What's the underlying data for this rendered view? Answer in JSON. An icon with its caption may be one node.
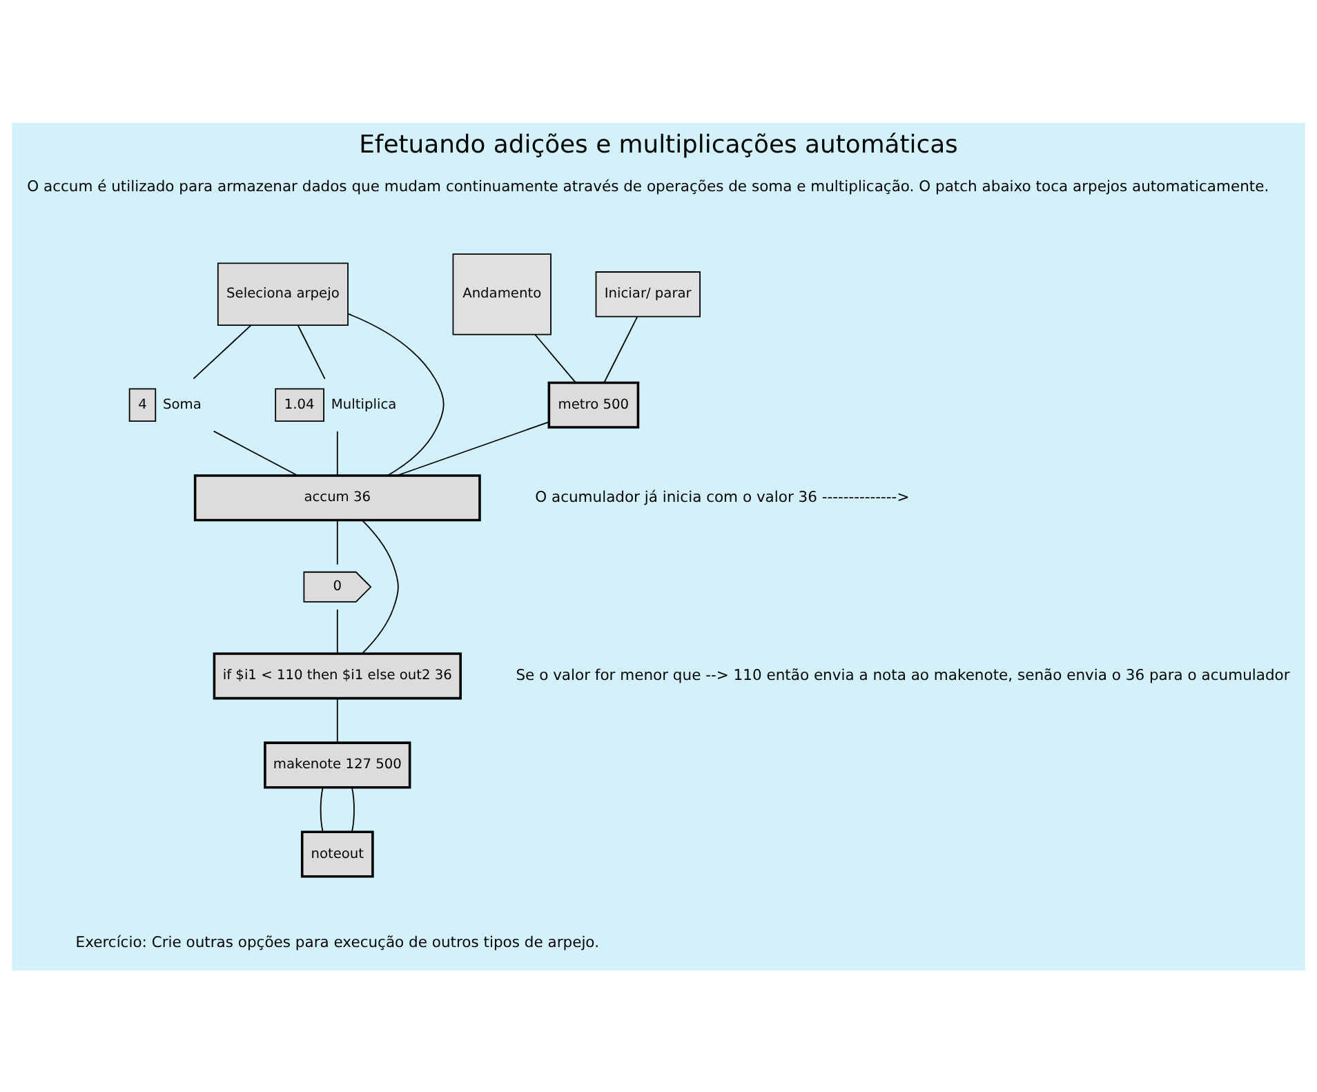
{
  "diagram": {
    "title": "Efetuando adições e multiplicações automáticas",
    "nodes": [
      {
        "text": [
          "Iniciar/ parar"
        ]
      },
      {
        "text": [
          "Andamento"
        ]
      },
      {
        "text": [
          "metro 500"
        ]
      },
      {
        "text": [
          "Seleciona arpejo"
        ]
      },
      {
        "text": [
          "4"
        ],
        "beside": [
          "Soma"
        ]
      },
      {
        "text": [
          "1.04"
        ],
        "beside": [
          "Multiplica"
        ]
      },
      {
        "text": [
          "accum 36"
        ]
      },
      {
        "text": [
          "0"
        ]
      },
      {
        "text": [
          "if $i1 < 110 then $i1 else out2 36"
        ]
      },
      {
        "text": [
          "makenote 127 500"
        ]
      },
      {
        "text": [
          "noteout"
        ]
      }
    ],
    "edges": [
      {
        "from": 0,
        "to": 2,
        "arrow": "none"
      },
      {
        "from": 1,
        "to": 2,
        "arrow": "none"
      },
      {
        "from": 2,
        "to": 6,
        "arrow": "none"
      },
      {
        "from": 3,
        "to": 4,
        "arrow": "none"
      },
      {
        "from": 3,
        "to": 5,
        "arrow": "none"
      },
      {
        "from": 4,
        "to": 6,
        "arrow": "none"
      },
      {
        "from": 5,
        "to": 6,
        "arrow": "none"
      },
      {
        "from": 6,
        "to": 7,
        "arrow": "none"
      },
      {
        "from": 6,
        "to": 3,
        "arrow": "none"
      },
      {
        "from": 7,
        "to": 8,
        "arrow": "none"
      },
      {
        "from": 8,
        "to": 6,
        "arrow": "none"
      },
      {
        "from": 8,
        "to": 9,
        "arrow": "none"
      },
      {
        "from": 9,
        "to": 10,
        "arrow": "none"
      },
      {
        "from": 9,
        "to": 10,
        "arrow": "none"
      }
    ],
    "labels": [
      "O accum é utilizado para armazenar dados que mudam continuamente através de operações de soma e multiplicação. O patch abaixo toca arpejos automaticamente.",
      "O acumulador já inicia com o valor 36 -------------->",
      "Se o valor for menor que --> 110 então envia a nota ao makenote, senão envia o 36 para o acumulador",
      "Exercício: Crie outras opções para execução de outros tipos de arpejo."
    ]
  }
}
